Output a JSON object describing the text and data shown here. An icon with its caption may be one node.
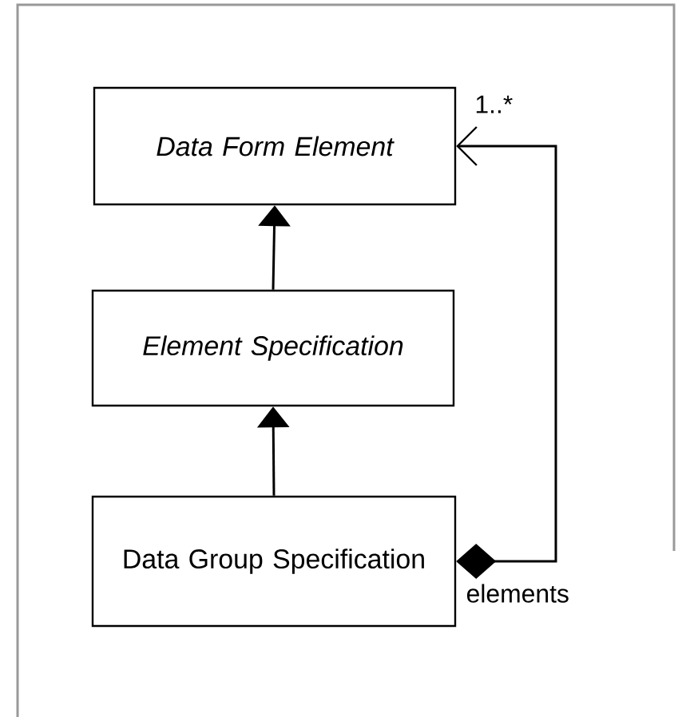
{
  "diagram": {
    "nodes": [
      {
        "text": [
          "Data Form Element"
        ]
      },
      {
        "text": [
          "Element Specification"
        ]
      },
      {
        "text": [
          "Data Group Specification"
        ]
      }
    ],
    "edges": [
      {
        "from": 1,
        "to": 0,
        "arrow": "to"
      },
      {
        "from": 2,
        "to": 1,
        "arrow": "to"
      },
      {
        "from": 2,
        "to": 0,
        "arrow": "to",
        "label": "elements"
      }
    ],
    "labels": [
      "1..*"
    ]
  }
}
